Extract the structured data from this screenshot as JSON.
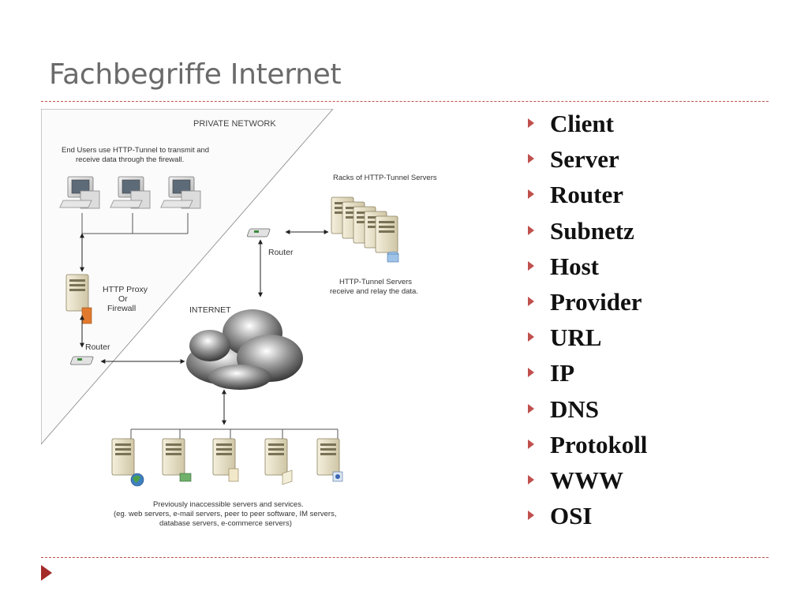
{
  "slide": {
    "title": "Fachbegriffe Internet"
  },
  "diagram": {
    "private_network_label": "PRIVATE NETWORK",
    "end_users_note": [
      "End Users use HTTP-Tunnel to transmit and",
      "receive data through the firewall."
    ],
    "proxy_label": [
      "HTTP Proxy",
      "Or",
      "Firewall"
    ],
    "router_left_label": "Router",
    "router_top_label": "Router",
    "internet_label": "INTERNET",
    "racks_label": "Racks of HTTP-Tunnel Servers",
    "tunnel_servers_note": [
      "HTTP-Tunnel Servers",
      "receive and relay the data."
    ],
    "servers_note": [
      "Previously inaccessible servers and services.",
      "(eg. web servers, e-mail servers, peer to peer software, IM servers,",
      "database servers, e-commerce servers)"
    ]
  },
  "terms": [
    "Client",
    "Server",
    "Router",
    "Subnetz",
    "Host",
    "Provider",
    "URL",
    "IP",
    "DNS",
    "Protokoll",
    "WWW",
    "OSI"
  ],
  "colors": {
    "accent": "#c0504d",
    "title": "#6a6a6a",
    "footer_arrow": "#a52a2a"
  }
}
